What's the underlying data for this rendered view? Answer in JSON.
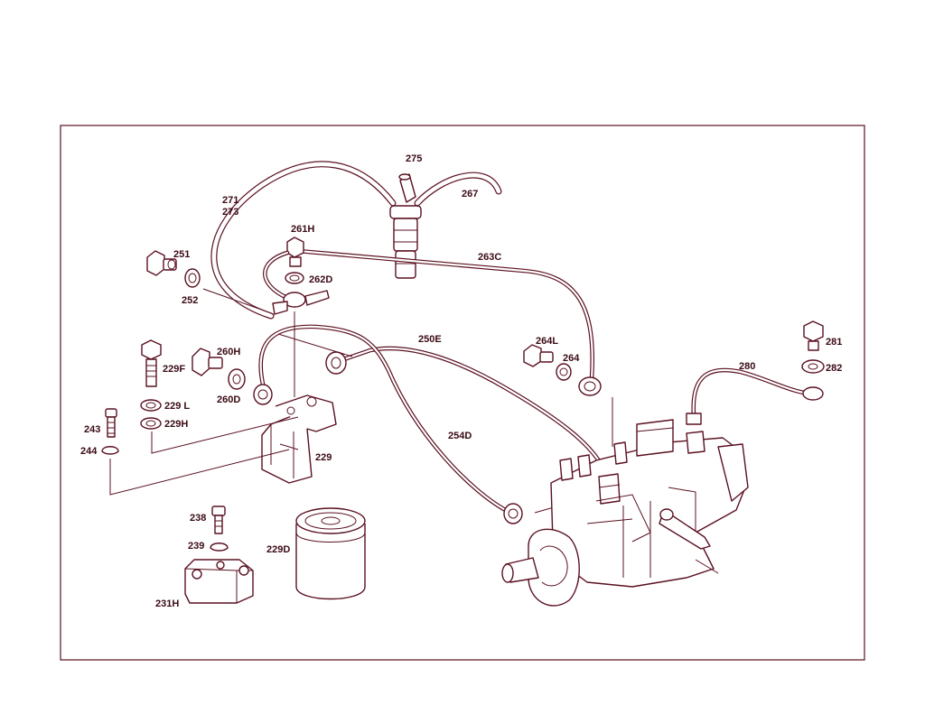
{
  "colors": {
    "line": "#5a1020",
    "label": "#3a0a14",
    "frame": "#5a1020",
    "background": "#ffffff"
  },
  "labels": {
    "p275": "275",
    "p267": "267",
    "p271": "271",
    "p273": "273",
    "p261H": "261H",
    "p262D": "262D",
    "p251": "251",
    "p252": "252",
    "p263C": "263C",
    "p250E": "250E",
    "p264L": "264L",
    "p264": "264",
    "p260H": "260H",
    "p260D": "260D",
    "p229F": "229F",
    "p229L": "229 L",
    "p229H": "229H",
    "p243": "243",
    "p244": "244",
    "p229": "229",
    "p254D": "254D",
    "p281": "281",
    "p282": "282",
    "p280": "280",
    "p238": "238",
    "p239": "239",
    "p229D": "229D",
    "p231H": "231H"
  }
}
